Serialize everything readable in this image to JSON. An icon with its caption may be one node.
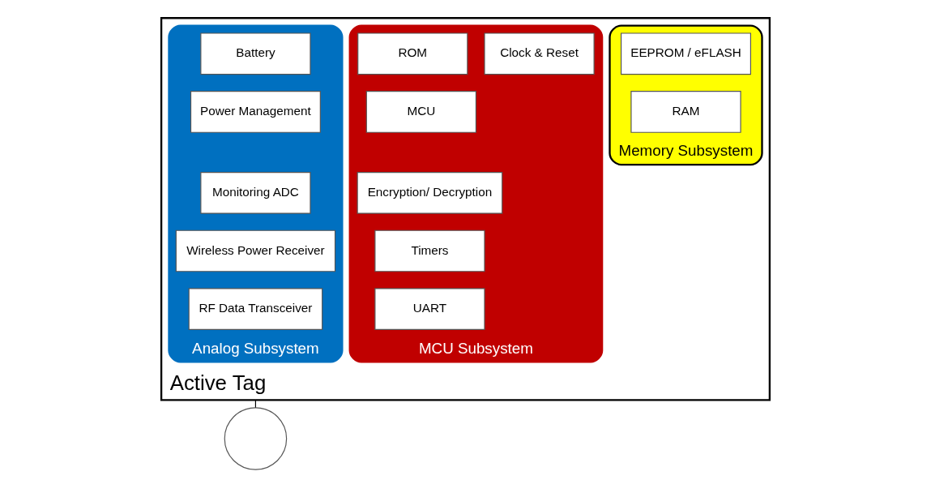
{
  "diagram": {
    "nodes": [
      {
        "text": [
          "Active Tag"
        ]
      },
      {
        "text": [
          "Memory Subsystem"
        ],
        "in": 0
      },
      {
        "text": [
          "EEPROM / eFLASH"
        ],
        "in": 1
      },
      {
        "text": [
          "RAM"
        ],
        "in": 1
      },
      {
        "text": [
          "MCU Subsystem"
        ],
        "in": 0
      },
      {
        "text": [
          "ROM"
        ],
        "in": 4
      },
      {
        "text": [
          "Clock & Reset"
        ],
        "in": 4
      },
      {
        "text": [
          "MCU"
        ],
        "in": 4
      },
      {
        "text": [
          "Encryption/ Decryption"
        ],
        "in": 4
      },
      {
        "text": [
          "Timers"
        ],
        "in": 4
      },
      {
        "text": [
          "UART"
        ],
        "in": 4
      },
      {
        "text": [
          "Analog Subsystem"
        ],
        "in": 0
      },
      {
        "text": [
          "Battery"
        ],
        "in": 11
      },
      {
        "text": [
          "Power Management"
        ],
        "in": 11
      },
      {
        "text": [
          "Monitoring ADC"
        ],
        "in": 11
      },
      {
        "text": [
          "Wireless Power Receiver"
        ],
        "in": 11
      },
      {
        "text": [
          "RF Data Transceiver"
        ],
        "in": 11
      },
      {
        "text": [],
        "shape": "circle"
      }
    ],
    "edges": [
      {
        "from": 0,
        "to": 17,
        "arrow": "none"
      }
    ]
  }
}
